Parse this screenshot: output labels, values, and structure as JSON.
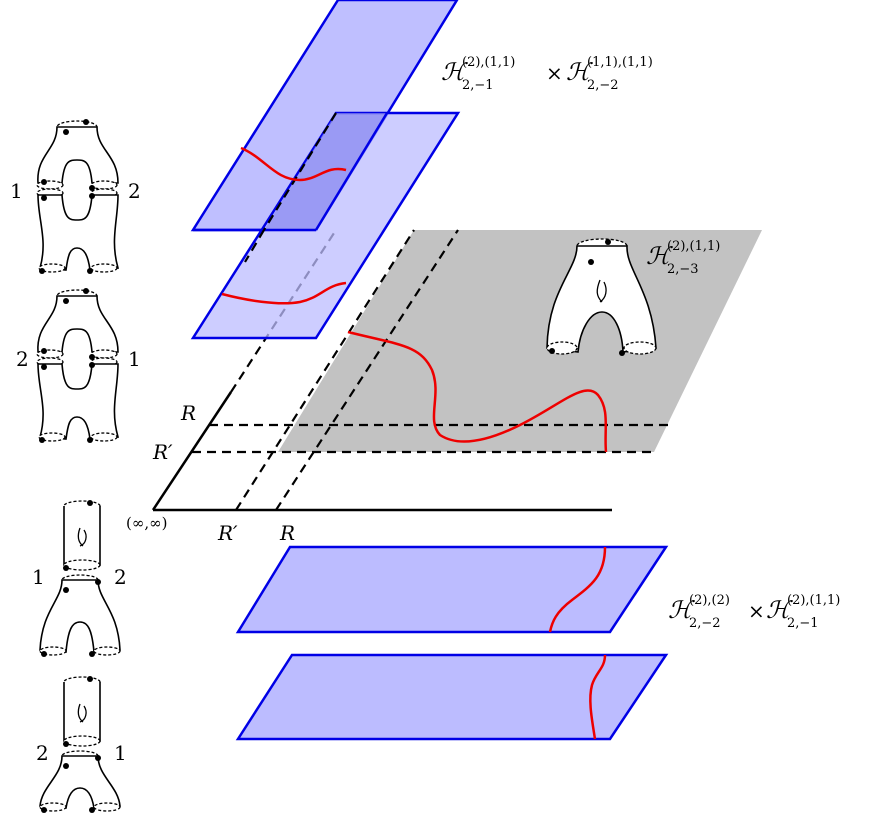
{
  "colors": {
    "blue_fill": "#bcbcff",
    "blue_stroke": "#0000e6",
    "gray_fill": "#c2c2c2",
    "red_curve": "#ee0000",
    "black": "#000000"
  },
  "labels": {
    "top_space": {
      "main": "ℋ",
      "sub1": "2,−1",
      "sup1": "(2),(1,1)",
      "times": "×",
      "main2": "ℋ",
      "sub2": "2,−2",
      "sup2": "(1,1),(1,1)"
    },
    "middle_space": {
      "main": "ℋ",
      "sub": "2,−3",
      "sup": "(2),(1,1)"
    },
    "bottom_space": {
      "main": "ℋ",
      "sub1": "2,−2",
      "sup1": "(2),(2)",
      "times": "×",
      "main2": "ℋ",
      "sub2": "2,−1",
      "sup2": "(2),(1,1)"
    },
    "axes": {
      "origin": "(∞,∞)",
      "R_vertical": "R",
      "R_prime_vertical": "R′",
      "R_horizontal": "R",
      "R_prime_horizontal": "R′"
    },
    "surfaces": {
      "s1_left": "1",
      "s1_right": "2",
      "s2_left": "2",
      "s2_right": "1",
      "s3_left": "1",
      "s3_right": "2",
      "s4_left": "2",
      "s4_right": "1"
    }
  }
}
